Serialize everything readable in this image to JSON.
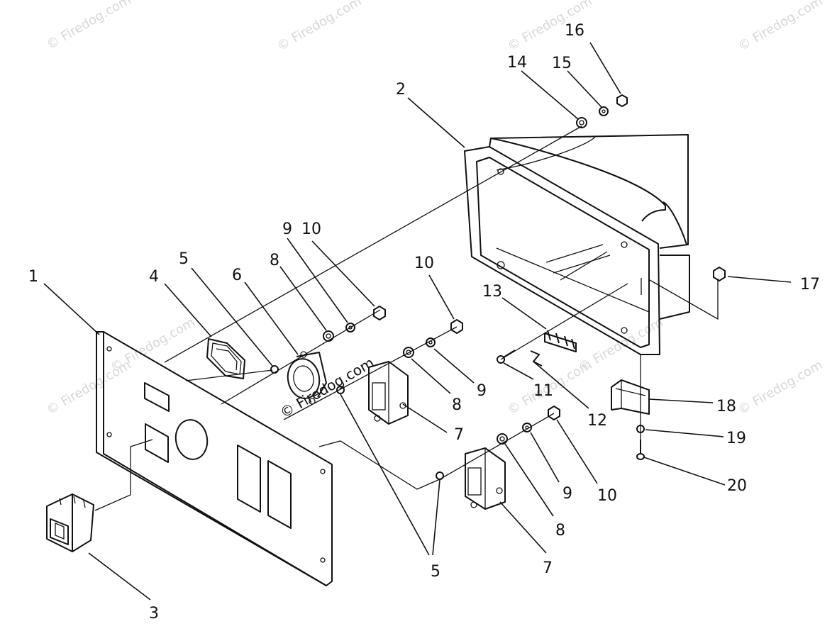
{
  "watermark_text": "© Firedog.com",
  "callouts": {
    "c1": "1",
    "c2": "2",
    "c3": "3",
    "c4": "4",
    "c5a": "5",
    "c5b": "5",
    "c6": "6",
    "c7a": "7",
    "c7b": "7",
    "c8a": "8",
    "c8b": "8",
    "c8c": "8",
    "c9a": "9",
    "c9b": "9",
    "c9c": "9",
    "c10a": "10",
    "c10b": "10",
    "c10c": "10",
    "c11": "11",
    "c12": "12",
    "c13": "13",
    "c14": "14",
    "c15": "15",
    "c16": "16",
    "c17": "17",
    "c18": "18",
    "c19": "19",
    "c20": "20"
  }
}
